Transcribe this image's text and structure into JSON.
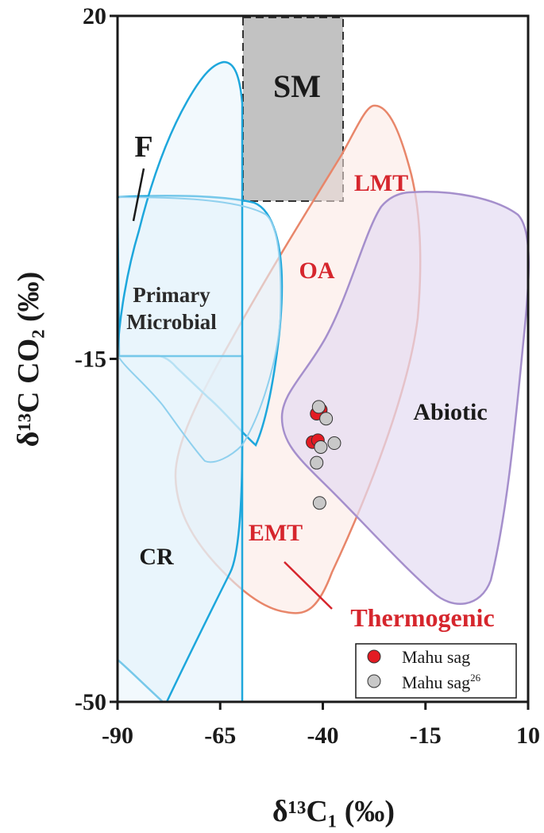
{
  "chart_data": {
    "type": "scatter",
    "xlabel": "δ¹³C₁ (‰)",
    "ylabel": "δ¹³C CO₂ (‰)",
    "xlim": [
      -90,
      10
    ],
    "ylim": [
      -50,
      20
    ],
    "x_ticks": [
      "-90",
      "-65",
      "-40",
      "-15",
      "10"
    ],
    "y_ticks": [
      "20",
      "-15",
      "-50"
    ],
    "x_tick_values": [
      -90,
      -65,
      -40,
      -15,
      10
    ],
    "y_tick_values": [
      20,
      -15,
      -50
    ],
    "grid": false,
    "legend_placement": "bottom-right",
    "colors": {
      "mahu": "#e31b23",
      "mahu26": "#c8c8c8",
      "blue": "#1ea7dc",
      "orange": "#e8866a",
      "purple": "#a58fcc",
      "sm": "#c2c2c2",
      "red_label": "#d6262d"
    },
    "regions": {
      "sm": "SM",
      "lmt": "LMT",
      "oa": "OA",
      "f": "F",
      "primary1": "Primary",
      "primary2": "Microbial",
      "abiotic": "Abiotic",
      "cr": "CR",
      "emt": "EMT",
      "thermogenic": "Thermogenic"
    },
    "series": [
      {
        "name": "Mahu sag",
        "color": "#e31b23",
        "points": [
          [
            -40.5,
            -20.2
          ],
          [
            -41.5,
            -20.6
          ],
          [
            -42.5,
            -23.5
          ],
          [
            -41.2,
            -23.3
          ]
        ]
      },
      {
        "name": "Mahu sag²⁶",
        "color": "#c8c8c8",
        "points": [
          [
            -41.0,
            -19.9
          ],
          [
            -39.2,
            -21.1
          ],
          [
            -37.2,
            -23.6
          ],
          [
            -40.5,
            -24.0
          ],
          [
            -41.5,
            -25.6
          ],
          [
            -40.8,
            -29.7
          ]
        ]
      }
    ],
    "legend": {
      "entry1": "Mahu sag",
      "entry2": "Mahu sag",
      "entry2_sup": "26"
    }
  }
}
